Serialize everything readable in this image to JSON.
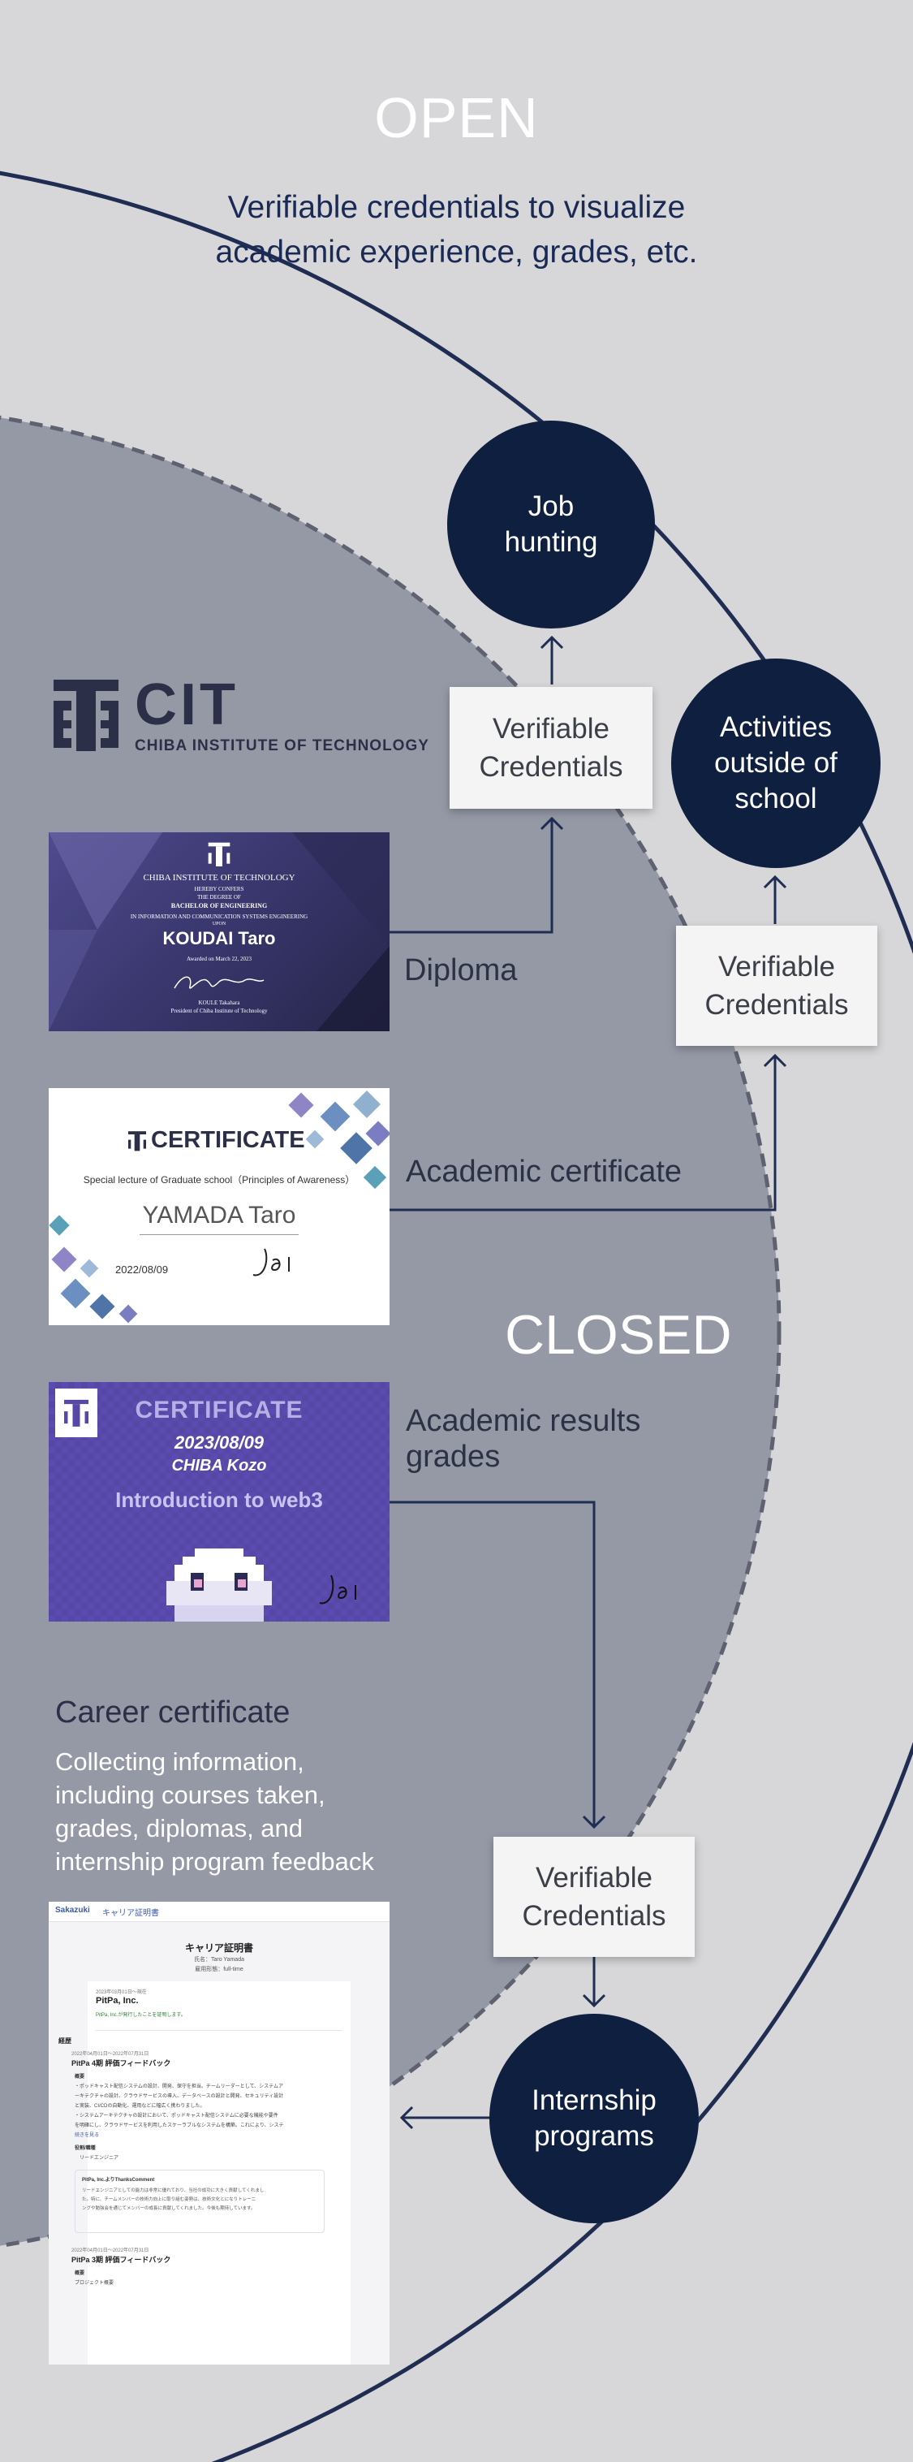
{
  "header": {
    "title": "OPEN",
    "subtitle_line1": "Verifiable credentials to visualize",
    "subtitle_line2": "academic experience, grades, etc."
  },
  "closed_label": "CLOSED",
  "nodes": {
    "job_hunting": [
      "Job",
      "hunting"
    ],
    "activities": [
      "Activities",
      "outside of",
      "school"
    ],
    "internship": [
      "Internship",
      "programs"
    ]
  },
  "vc_label": [
    "Verifiable",
    "Credentials"
  ],
  "labels": {
    "diploma": "Diploma",
    "academic_certificate": "Academic certificate",
    "academic_results_1": "Academic results",
    "academic_results_2": "grades"
  },
  "cit": {
    "abbr": "CIT",
    "name": "CHIBA INSTITUTE OF TECHNOLOGY"
  },
  "diploma_card": {
    "school": "CHIBA INSTITUTE OF TECHNOLOGY",
    "line1": "HEREBY CONFERS",
    "line2": "THE DEGREE OF",
    "degree": "BACHELOR OF ENGINEERING",
    "field": "IN INFORMATION AND COMMUNICATION SYSTEMS ENGINEERING",
    "upon": "UPON",
    "name": "KOUDAI Taro",
    "date": "Awarded on March 22, 2023",
    "sig_name": "KOULE Takahara",
    "sig_title": "President of Chiba Institute of Technology"
  },
  "certificate_card": {
    "title": "CERTIFICATE",
    "course": "Special lecture of Graduate school（Principles of Awareness）",
    "name": "YAMADA Taro",
    "date": "2022/08/09"
  },
  "web3_card": {
    "title": "CERTIFICATE",
    "date": "2023/08/09",
    "name": "CHIBA Kozo",
    "course": "Introduction to web3"
  },
  "career": {
    "title": "Career certificate",
    "desc": [
      "Collecting information,",
      "including courses taken,",
      "grades, diplomas, and",
      "internship program feedback"
    ]
  },
  "career_card": {
    "brand": "Sakazuki",
    "brand_sub": "キャリア証明書",
    "doc_title": "キャリア証明書",
    "name_row": "氏名：Taro Yamada",
    "type_row": "雇用形態：full-time",
    "date": "2023年03月01日〜現在",
    "company": "PitPa, Inc.",
    "verify": "PitPa, Inc.が発行したことを証明します。",
    "section": "経歴",
    "entry1_period": "2022年04月01日〜2022年07月31日",
    "entry1_title": "PitPa 4期 評価フィードバック",
    "overview": "概要",
    "body1": "・ポッドキャスト配信システムの設計、開発、保守を担当。チームリーダーとして、システムア",
    "body2": "ーキテクチャの設計、クラウドサービスの導入、データベースの設計と開発、セキュリティ設計",
    "body3": "と実装、CI/CDの自動化、運用などに幅広く携わりました。",
    "body4": "・システムアーキテクチャの設計において、ポッドキャスト配信システムに必要な機能や要件",
    "body5": "を明確にし、クラウドサービスを利用したスケーラブルなシステムを構築。これにより、システ",
    "read_more": "続きを見る",
    "role_head": "役割/職種",
    "role": "リードエンジニア",
    "thanks_head": "PitPa, Inc.よりThanksComment",
    "thanks1": "リードエンジニアとしての能力は非常に優れており、当社の成功に大きく貢献してくれまし",
    "thanks2": "た。特に、チームメンバーの技術力向上に取り組む姿勢は、技術文化とになりトレーニ",
    "thanks3": "ングや勉強会を通じてメンバーの成長に貢献してくれました。今後も期待しています。",
    "entry2_period": "2022年04月01日〜2022年07月31日",
    "entry2_title": "PitPa 3期 評価フィードバック",
    "overview2": "概要",
    "project": "プロジェクト概要"
  },
  "colors": {
    "background": "#d7d7d9",
    "closed_area": "#9599a6",
    "navy": "#0e1f40",
    "line": "#1f2d52"
  }
}
